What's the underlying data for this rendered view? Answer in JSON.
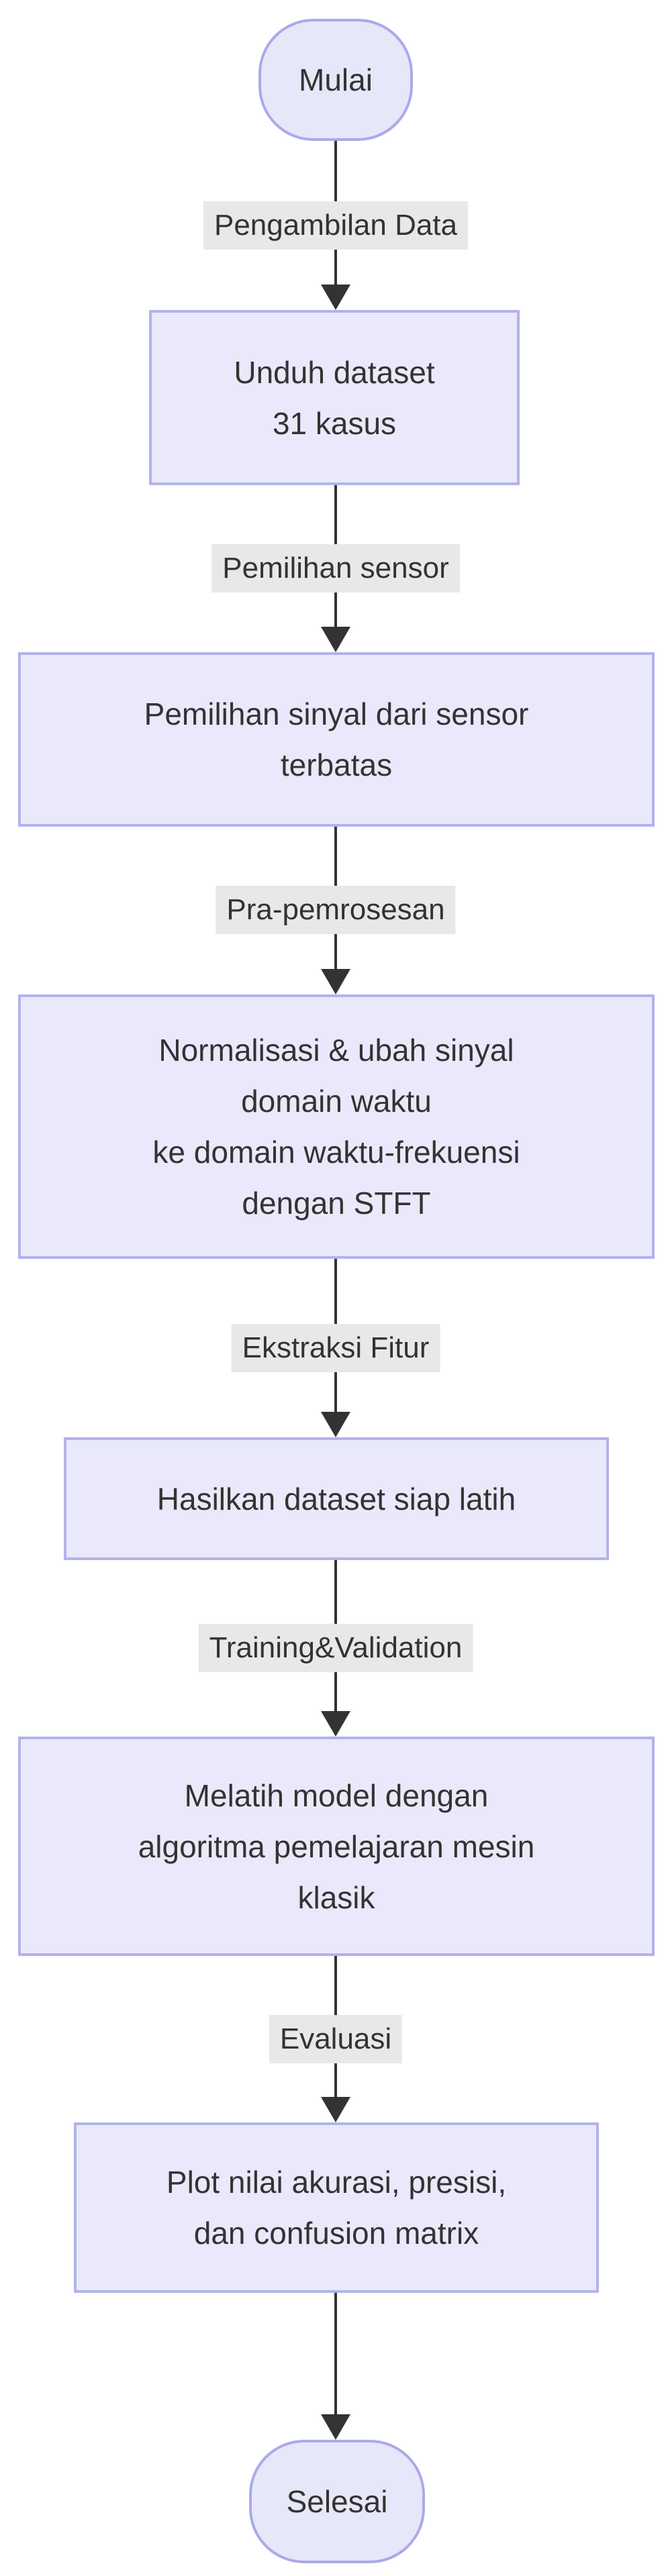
{
  "diagram": {
    "type": "flowchart",
    "direction": "top-down",
    "colors": {
      "node_fill": "#e9e9fb",
      "node_border": "#b2b2ec",
      "stadium_fill": "#e7e7fa",
      "stadium_border": "#aaaae8",
      "edge_line": "#333333",
      "edge_label_background": "#e8e8e8",
      "text": "#333333",
      "page_background": "#ffffff"
    },
    "nodes": [
      {
        "id": "start",
        "shape": "stadium",
        "lines": [
          "Mulai"
        ]
      },
      {
        "id": "download",
        "shape": "rect",
        "lines": [
          "Unduh dataset",
          "31 kasus"
        ]
      },
      {
        "id": "selection",
        "shape": "rect",
        "lines": [
          "Pemilihan sinyal dari sensor",
          "terbatas"
        ]
      },
      {
        "id": "preprocess",
        "shape": "rect",
        "lines": [
          "Normalisasi & ubah sinyal",
          "domain waktu",
          "ke domain waktu-frekuensi",
          "dengan STFT"
        ]
      },
      {
        "id": "dataset",
        "shape": "rect",
        "lines": [
          "Hasilkan dataset siap latih"
        ]
      },
      {
        "id": "training",
        "shape": "rect",
        "lines": [
          "Melatih model dengan",
          "algoritma pemelajaran mesin",
          "klasik"
        ]
      },
      {
        "id": "plot",
        "shape": "rect",
        "lines": [
          "Plot nilai akurasi, presisi,",
          "dan confusion matrix"
        ]
      },
      {
        "id": "end",
        "shape": "stadium",
        "lines": [
          "Selesai"
        ]
      }
    ],
    "edges": [
      {
        "from": "start",
        "to": "download",
        "label": "Pengambilan Data"
      },
      {
        "from": "download",
        "to": "selection",
        "label": "Pemilihan sensor"
      },
      {
        "from": "selection",
        "to": "preprocess",
        "label": "Pra-pemrosesan"
      },
      {
        "from": "preprocess",
        "to": "dataset",
        "label": "Ekstraksi Fitur"
      },
      {
        "from": "dataset",
        "to": "training",
        "label": "Training&Validation"
      },
      {
        "from": "training",
        "to": "plot",
        "label": "Evaluasi"
      },
      {
        "from": "plot",
        "to": "end",
        "label": ""
      }
    ]
  }
}
